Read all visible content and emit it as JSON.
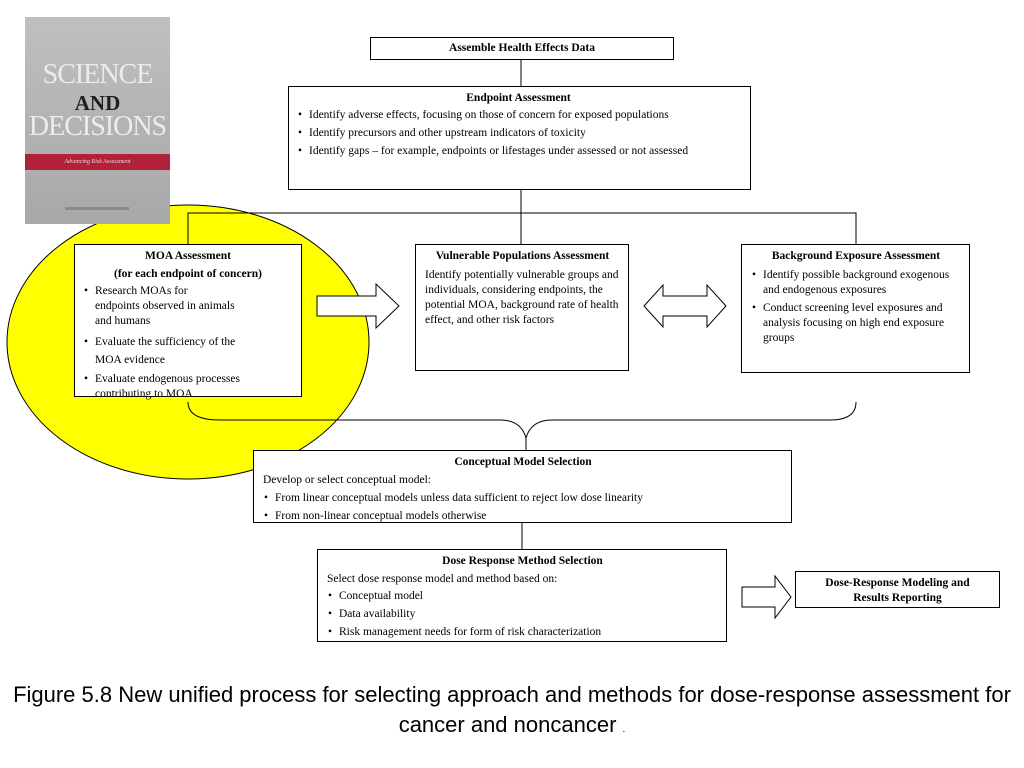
{
  "cover": {
    "line1": "SCIENCE",
    "line2": "AND",
    "line3": "DECISIONS",
    "subtitle": "Advancing Risk Assessment",
    "band_color": "#b3203a"
  },
  "assemble": {
    "title": "Assemble Health Effects Data"
  },
  "endpoint": {
    "title": "Endpoint Assessment",
    "bullets": [
      "Identify adverse effects, focusing on those of concern for exposed populations",
      "Identify precursors and other upstream indicators of toxicity",
      "Identify gaps – for example, endpoints or lifestages under assessed or not assessed"
    ]
  },
  "moa": {
    "title_line1": "MOA Assessment",
    "title_line2": "(for each endpoint of concern)",
    "bullets": [
      "Research MOAs for endpoints observed in animals and humans",
      "Evaluate the sufficiency of the MOA evidence",
      "Evaluate endogenous processes contributing to MOA"
    ],
    "highlight_color": "#ffff00"
  },
  "vulnerable": {
    "title": "Vulnerable Populations Assessment",
    "body": "Identify potentially vulnerable groups and individuals, considering endpoints, the potential MOA, background rate of health effect, and other risk factors"
  },
  "background": {
    "title": "Background Exposure Assessment",
    "bullets": [
      "Identify possible background exogenous and endogenous exposures",
      "Conduct screening level exposures and analysis focusing on high end exposure groups"
    ]
  },
  "conceptual": {
    "title": "Conceptual Model Selection",
    "intro": "Develop or select conceptual model:",
    "bullets": [
      "From linear conceptual models unless data sufficient to reject low dose linearity",
      "From non-linear conceptual models otherwise"
    ]
  },
  "dose": {
    "title": "Dose Response Method Selection",
    "intro": "Select dose response model and method based on:",
    "bullets": [
      "Conceptual model",
      "Data availability",
      "Risk management needs for form of risk characterization"
    ]
  },
  "reporting": {
    "title": "Dose-Response Modeling and Results Reporting"
  },
  "caption": {
    "text": "Figure 5.8 New unified process for selecting approach and methods for dose-response assessment for cancer and noncancer",
    "trailing": "."
  }
}
